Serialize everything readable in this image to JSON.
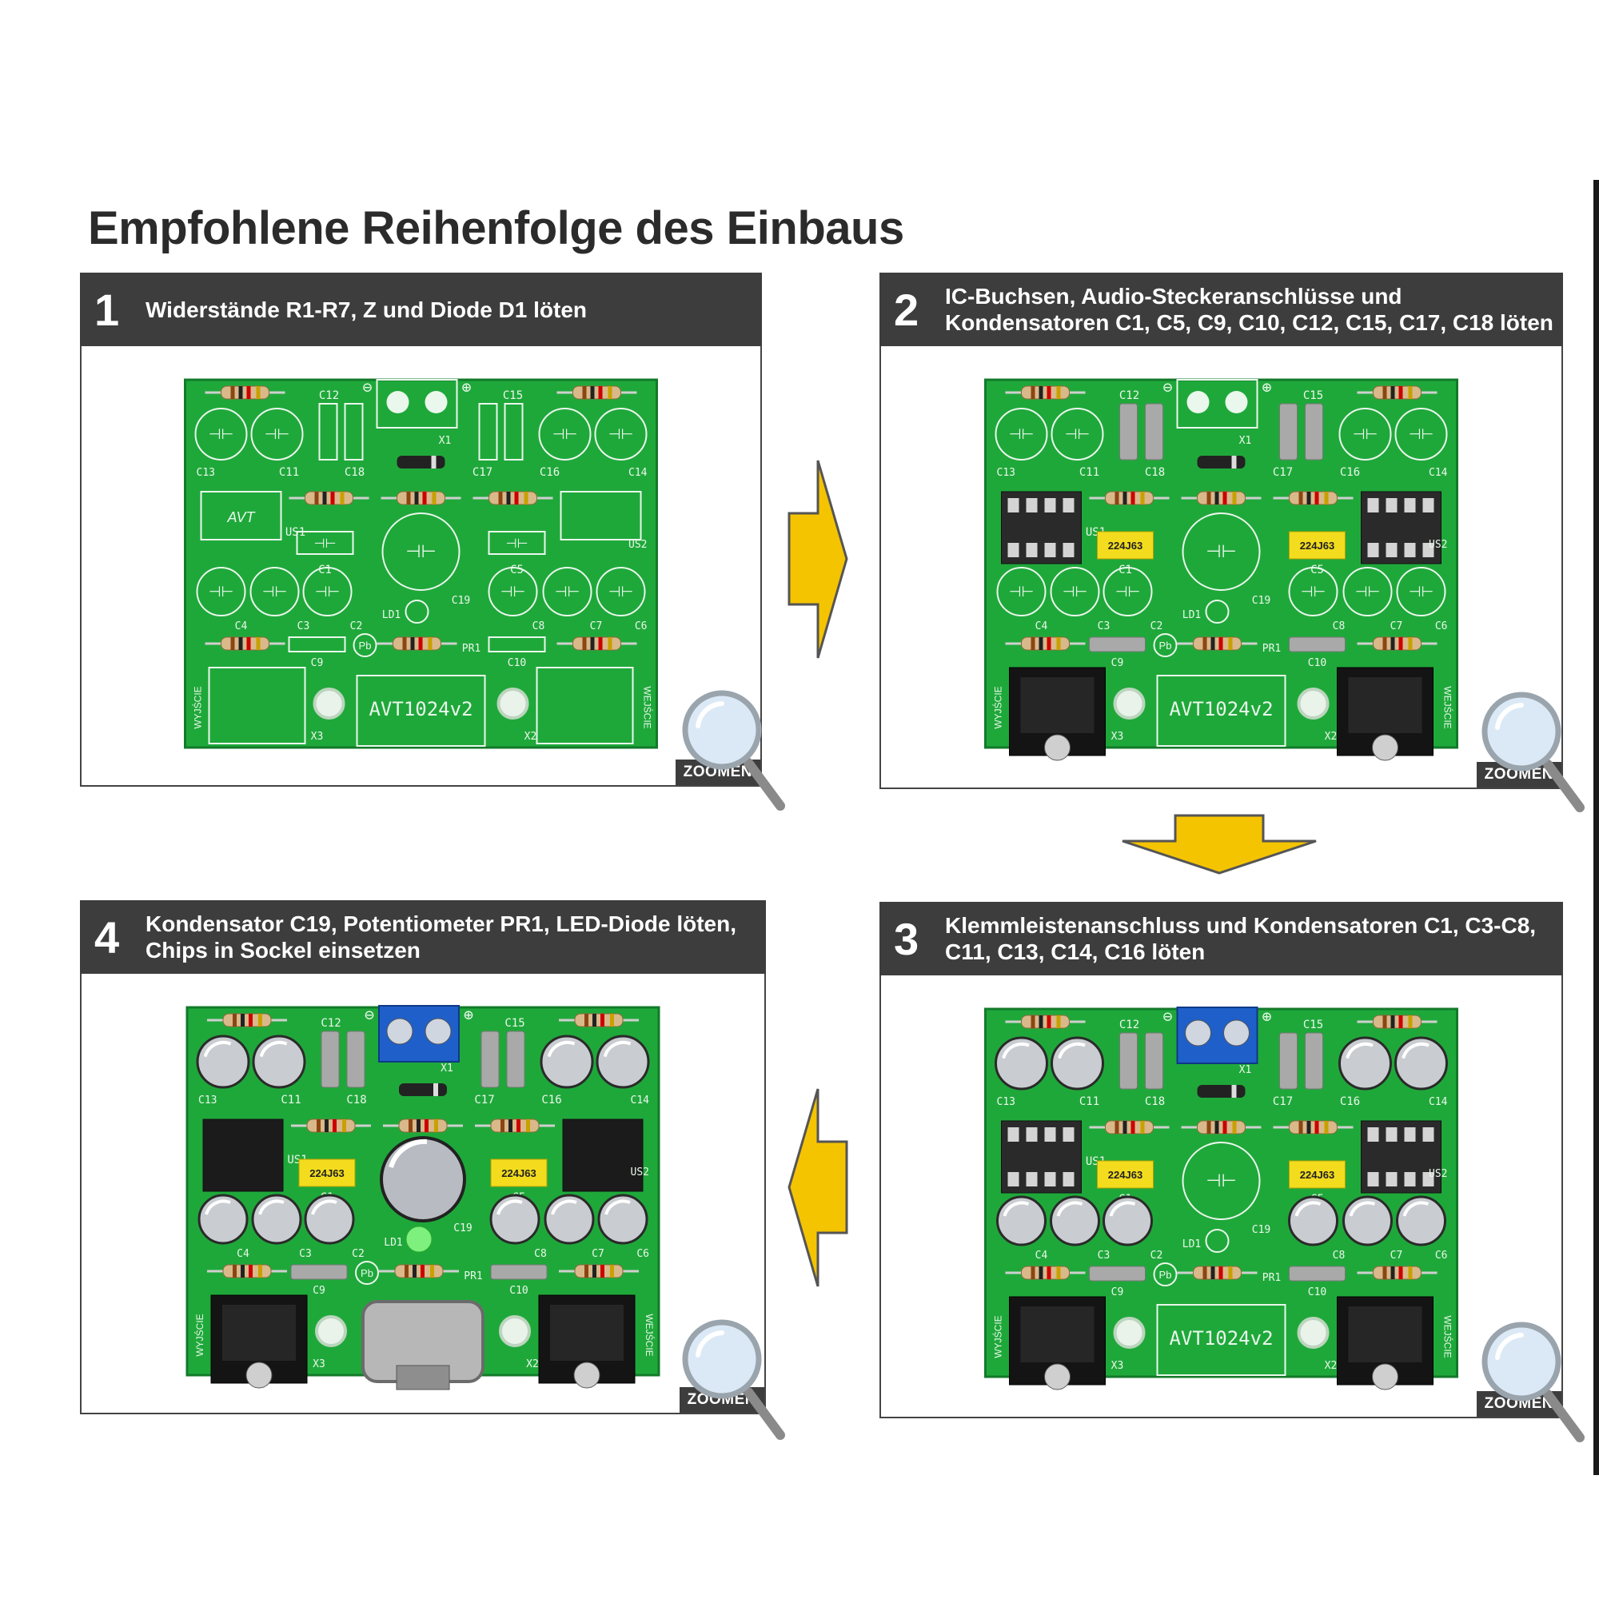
{
  "page": {
    "title": "Empfohlene Reihenfolge des Einbaus"
  },
  "steps": [
    {
      "number": "1",
      "label": "Widerstände R1-R7, Z und Diode D1 löten",
      "zoom_label": "ZOOMEN"
    },
    {
      "number": "2",
      "label": "IC-Buchsen, Audio-Steckeranschlüsse und\nKondensatoren C1, C5, C9, C10, C12, C15, C17, C18 löten",
      "zoom_label": "ZOOMEN"
    },
    {
      "number": "3",
      "label": "Klemmleistenanschluss und Kondensatoren C1, C3-C8,\nC11, C13, C14, C16 löten",
      "zoom_label": "ZOOMEN"
    },
    {
      "number": "4",
      "label": "Kondensator C19, Potentiometer PR1, LED-Diode löten,\nChips in Sockel einsetzen",
      "zoom_label": "ZOOMEN"
    }
  ],
  "board": {
    "model_label": "AVT1024v2",
    "pb_mark": "Pb",
    "designators": [
      "C12",
      "C15",
      "C11",
      "C18",
      "C17",
      "C16",
      "C13",
      "C14",
      "US1",
      "US2",
      "C1",
      "C5",
      "C19",
      "C4",
      "C3",
      "C2",
      "LD1",
      "C8",
      "C7",
      "C6",
      "C9",
      "C10",
      "PR1",
      "X1",
      "X2",
      "X3"
    ],
    "silk_left": "WYJŚCIE",
    "silk_right": "WEJŚCIE",
    "cap_label": "224J63",
    "logo_text": "AVT"
  },
  "colors": {
    "header_bg": "#3d3d3d",
    "arrow_fill": "#f5c400",
    "arrow_stroke": "#555555",
    "pcb_green": "#1fa83a"
  }
}
